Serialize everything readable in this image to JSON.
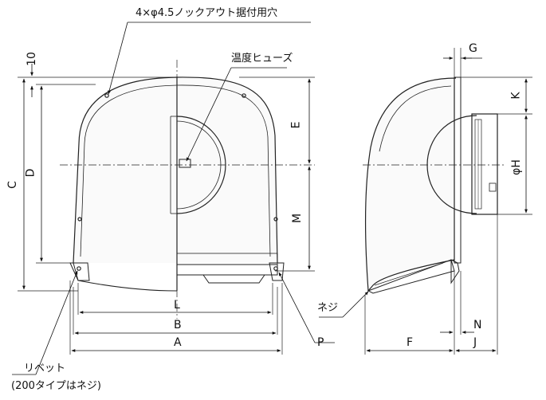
{
  "labels": {
    "knockout_holes": "4×φ4.5ノックアウト据付用穴",
    "thermal_fuse": "温度ヒューズ",
    "rivet": "リベット",
    "rivet_note": "(200タイプはネジ)",
    "screw": "ネジ",
    "dim_10": "10",
    "dim_C": "C",
    "dim_D": "D",
    "dim_E": "E",
    "dim_M": "M",
    "dim_L": "L",
    "dim_B": "B",
    "dim_A": "A",
    "dim_P": "P",
    "dim_G": "G",
    "dim_K": "K",
    "dim_H": "φH",
    "dim_F": "F",
    "dim_N": "N",
    "dim_J": "J"
  }
}
